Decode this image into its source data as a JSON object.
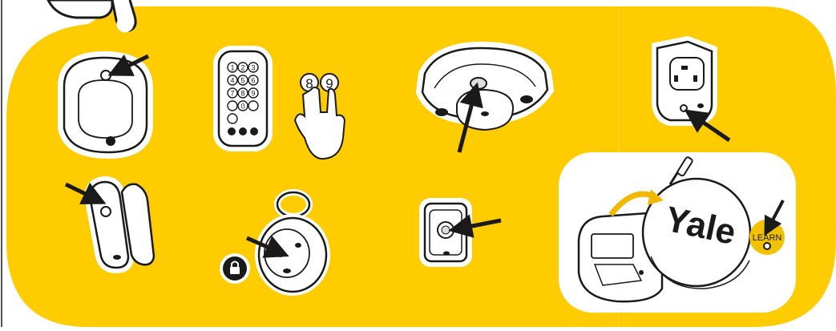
{
  "colors": {
    "background": "#FFCC00",
    "device_fill": "#FFFFFF",
    "outline": "#1A1A1A",
    "learn_dot": "#F2C200"
  },
  "keypad": {
    "keys": [
      "1",
      "2",
      "3",
      "4",
      "5",
      "6",
      "7",
      "8",
      "9",
      "",
      "0",
      "",
      ""
    ],
    "pressed_keys": [
      "8",
      "9"
    ]
  },
  "brand_logo": "Yale",
  "learn_label": "LEARN",
  "devices": [
    "pir-motion-detector",
    "keypad",
    "smoke-alarm",
    "smart-plug",
    "door-contact",
    "remote-keyfob",
    "panic-button",
    "external-siren"
  ],
  "icons": [
    "hand-icon",
    "finger-press-icon",
    "padlock-icon",
    "screwdriver-icon",
    "arrow-icon"
  ]
}
